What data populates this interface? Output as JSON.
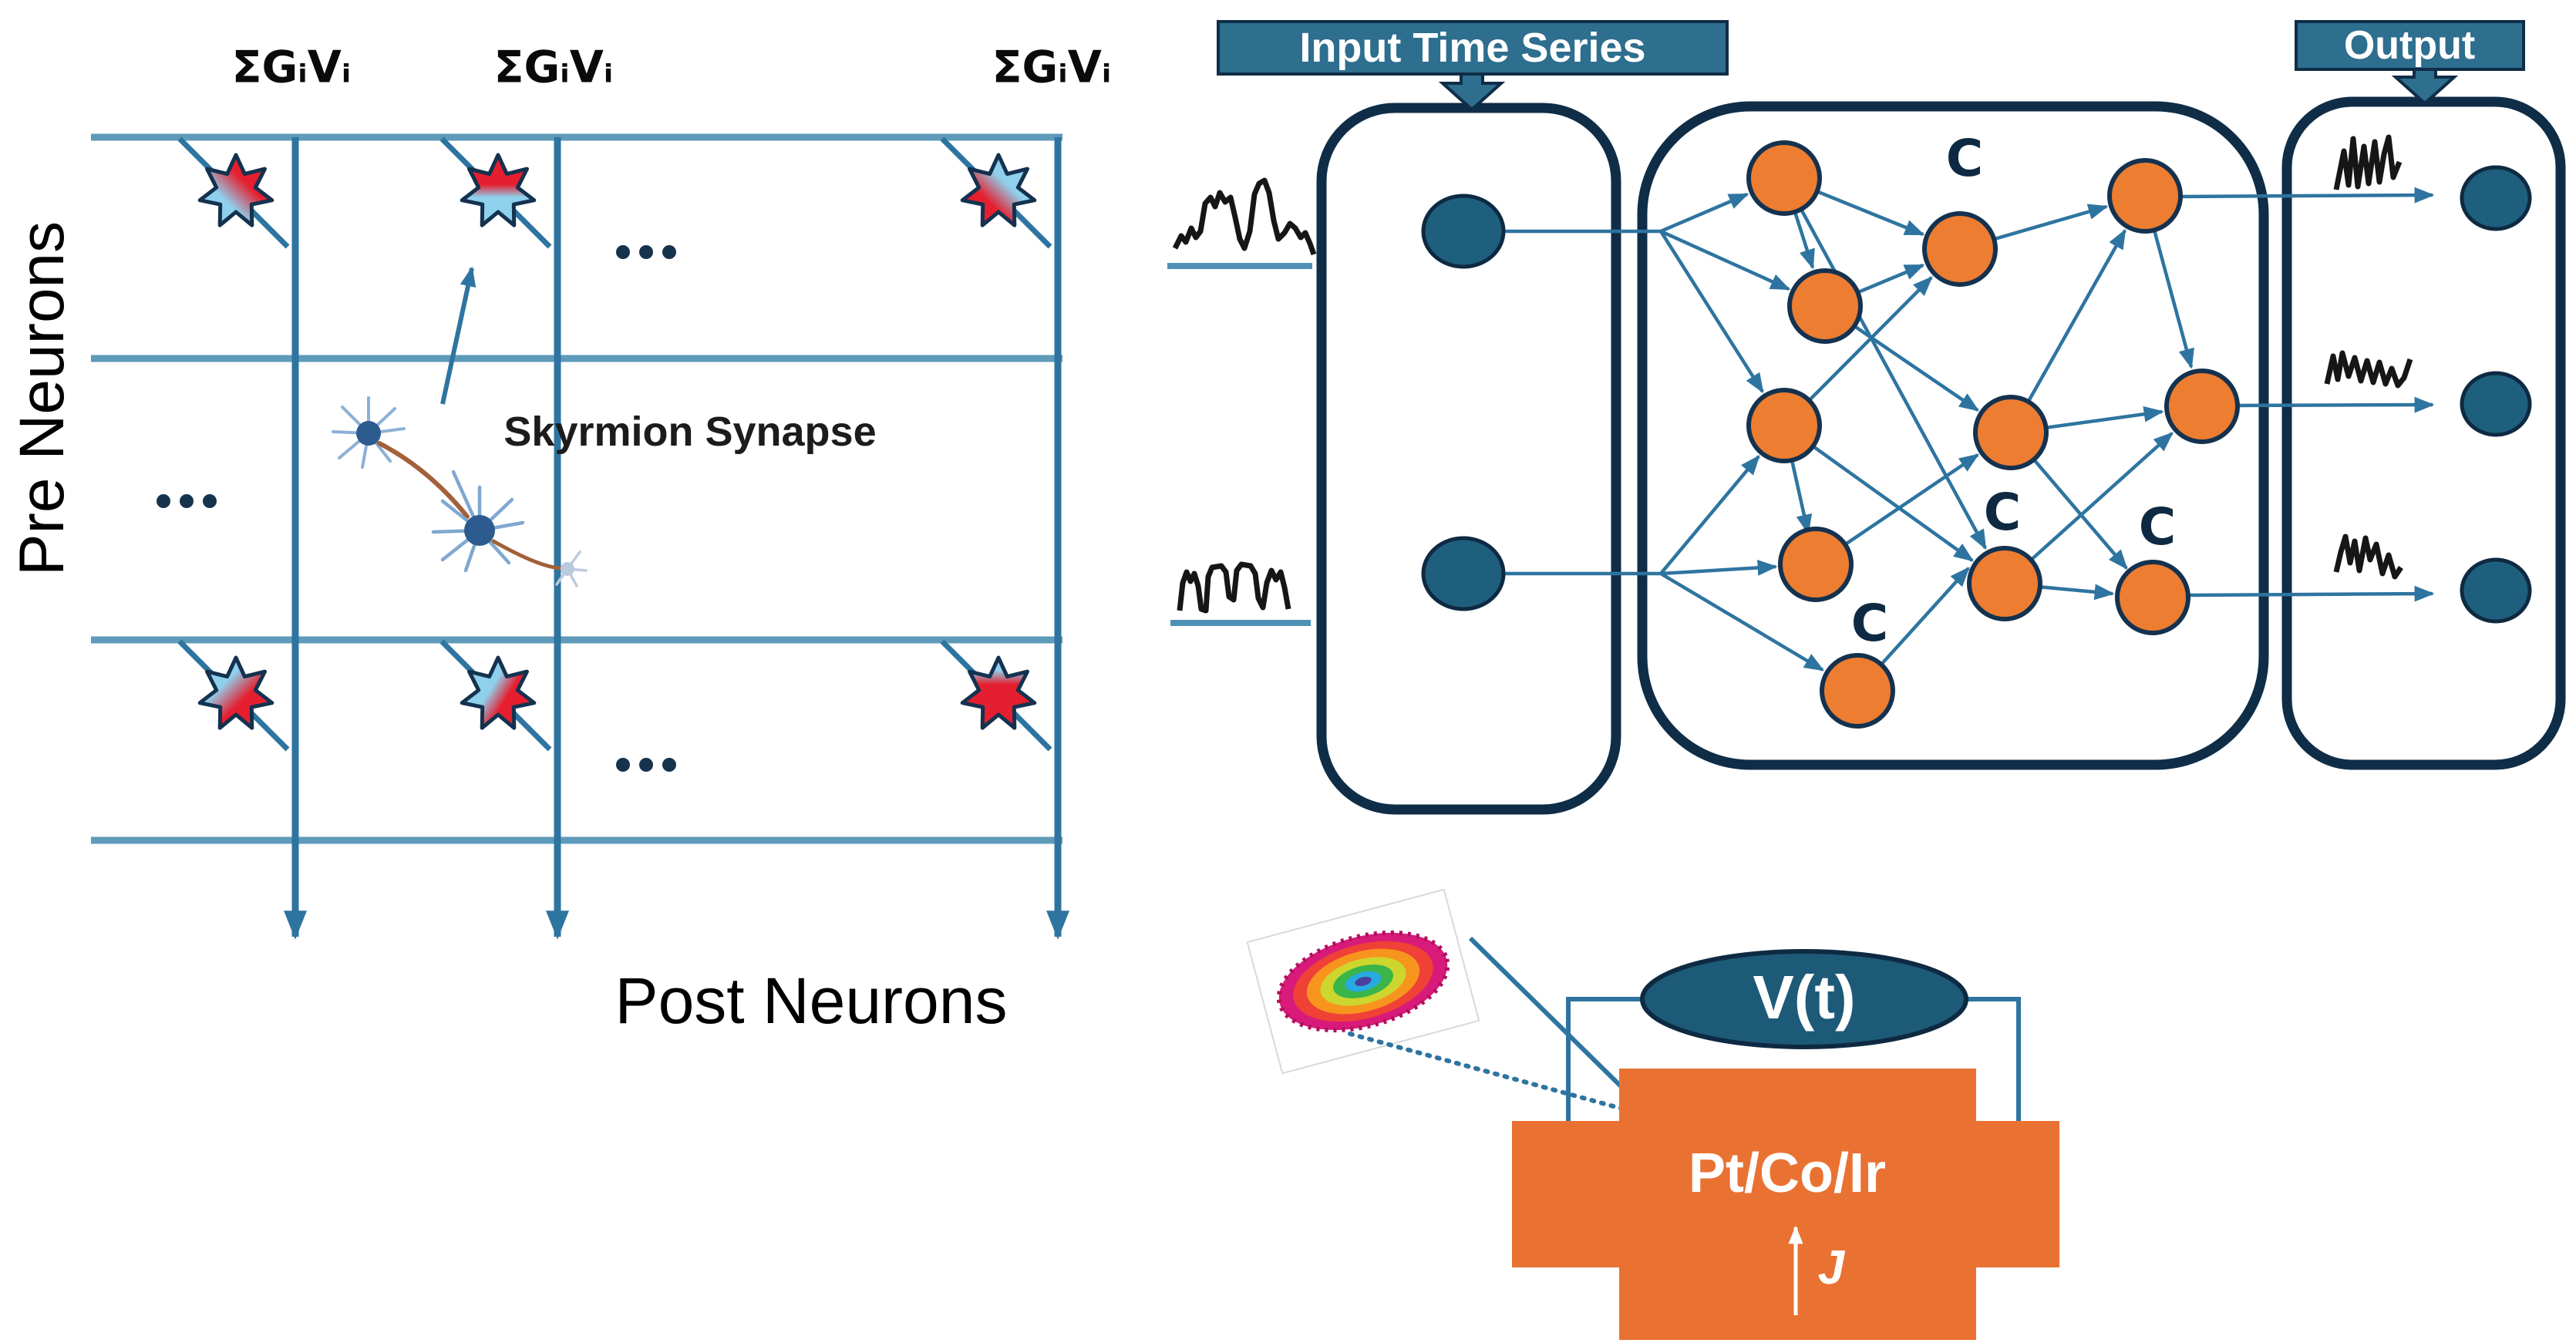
{
  "diagram": {
    "left_crossbar": {
      "pre_neurons_label": "Pre Neurons",
      "post_neurons_label": "Post Neurons",
      "synapse_annotation": "Skyrmion Synapse",
      "weighted_sum_labels": [
        "ΣGᵢVᵢ",
        "ΣGᵢVᵢ",
        "ΣGᵢVᵢ"
      ]
    },
    "network": {
      "input_banner_label": "Input Time Series",
      "output_banner_label": "Output",
      "cycle_labels": [
        "C",
        "C",
        "C",
        "C"
      ],
      "input_node_count": 2,
      "reservoir_node_count": 11,
      "output_node_count": 3
    },
    "device": {
      "voltmeter_label": "V(t)",
      "stack_label": "Pt/Co/Ir",
      "current_label": "J"
    }
  },
  "icons": {
    "synapse_star": "seven-pointed-star-gradient",
    "ellipsis_dots": "three-dots",
    "neuron_pair": "biological-neurons-sketch",
    "skyrmion_texture": "rainbow-skyrmion-spin-texture",
    "banner_pointer": "down-arrow-pointer",
    "waveform": "time-series-squiggle",
    "column_arrow": "down-arrow"
  },
  "colors": {
    "crossbar_row_blue": "#5e9ab9",
    "arrow_blue": "#2e74a0",
    "navy_outline": "#0f2d47",
    "node_teal": "#1f5f7e",
    "banner_teal": "#2e6e8e",
    "reservoir_orange": "#ed7d31",
    "device_orange": "#e97233",
    "star_red": "#e51f2f",
    "star_blue": "#8fd0ec",
    "axon_brown": "#a2603a",
    "waveform_black": "#161616"
  }
}
